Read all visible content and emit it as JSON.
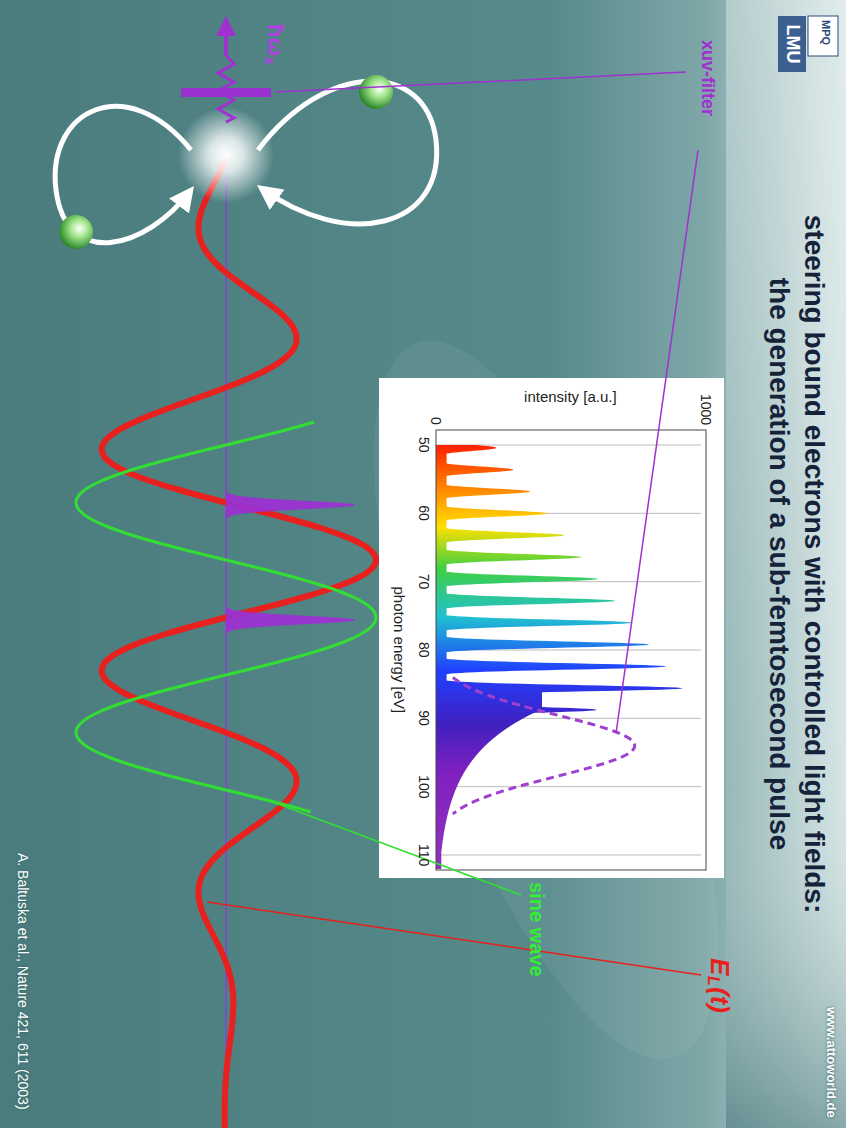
{
  "diagram": {
    "title": "steering bound electrons with controlled light fields: the generation of a sub-femtosecond pulse",
    "labels": [
      "MPQ",
      "LMU",
      "www.attoworld.de",
      "1000",
      "0",
      "intensity [a.u.]",
      "50",
      "60",
      "70",
      "80",
      "90",
      "100",
      "110",
      "photon energy [eV]",
      "xuv-filter",
      "ħω",
      "x",
      "E",
      "L",
      "(t)",
      "sine wave",
      "A. Baltuska et al., Nature 421, 611 (2003)"
    ]
  }
}
